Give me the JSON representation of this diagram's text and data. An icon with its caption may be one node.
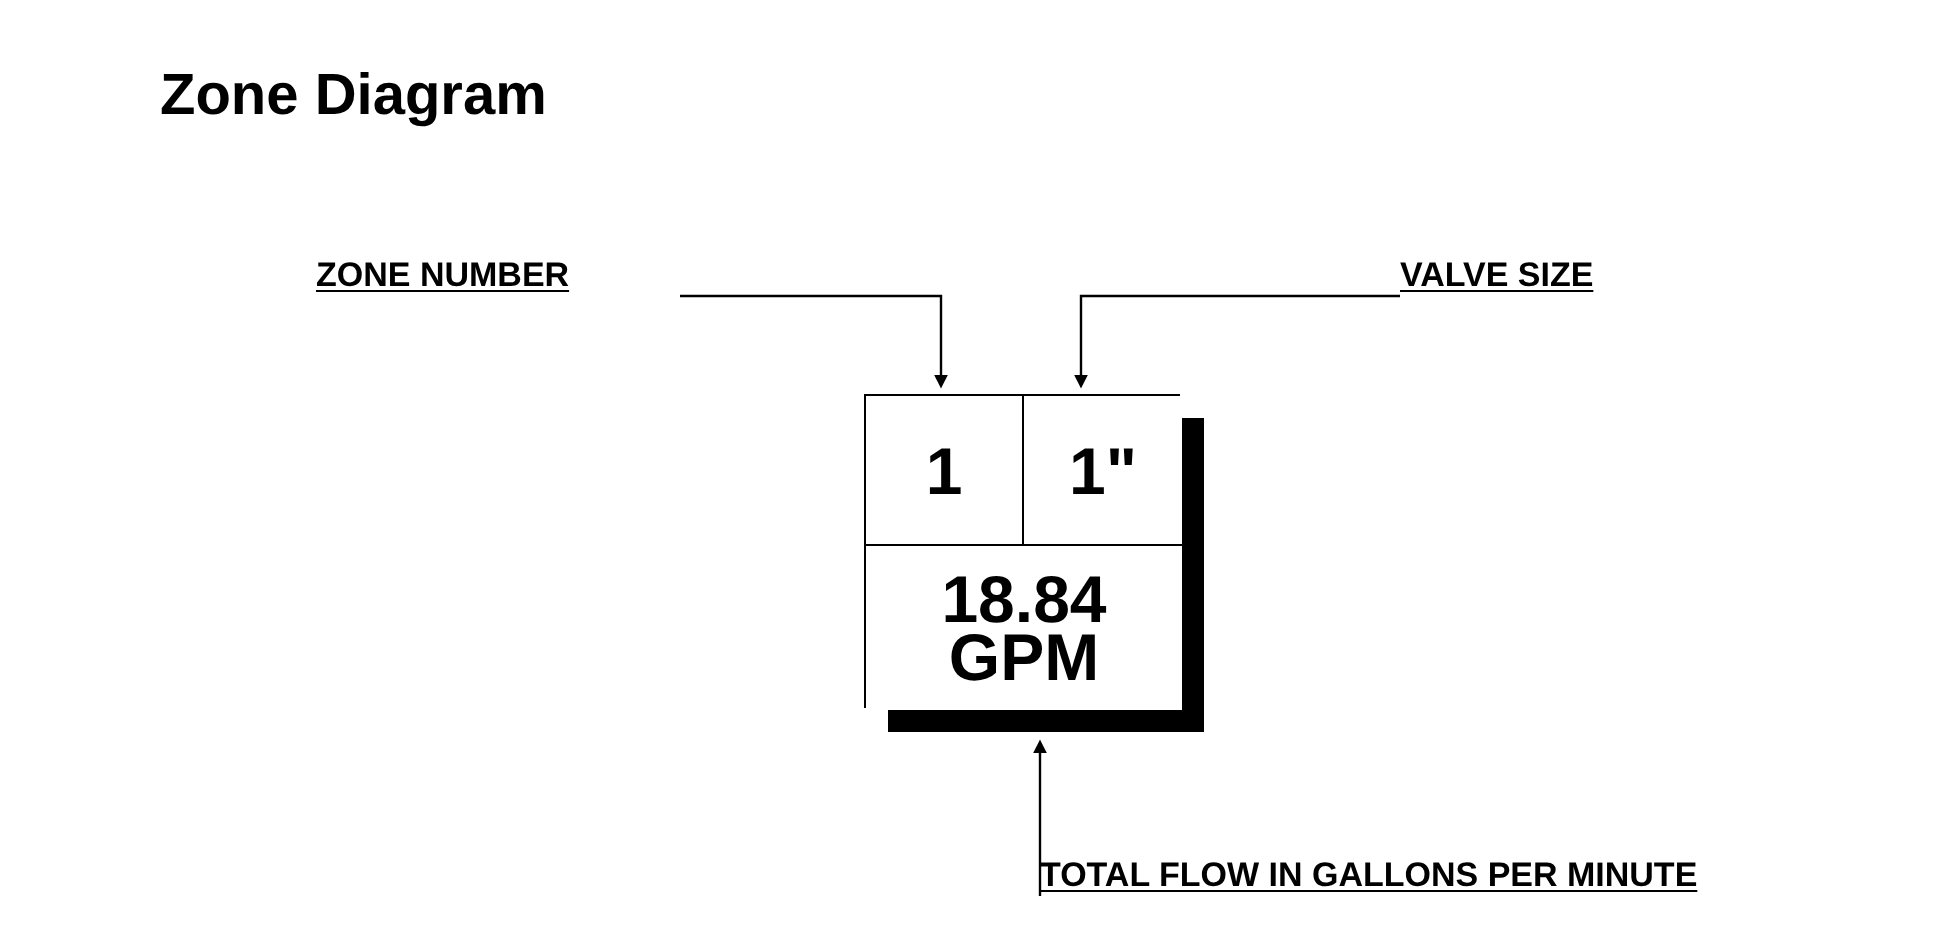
{
  "diagram": {
    "title": "Zone Diagram",
    "nodes": [
      {
        "text": [],
        "shape": "box"
      },
      {
        "text": [
          "1"
        ],
        "in": 0
      },
      {
        "text": [
          "1\""
        ],
        "in": 0
      },
      {
        "text": [
          "18.84 GPM"
        ],
        "in": 0
      },
      {
        "text": [
          "ZONE NUMBER"
        ]
      },
      {
        "text": [
          "VALVE SIZE"
        ]
      },
      {
        "text": [
          "TOTAL FLOW IN GALLONS PER MINUTE"
        ]
      }
    ],
    "edges": [
      {
        "from": 4,
        "to": 1,
        "arrow": "to"
      },
      {
        "from": 5,
        "to": 2,
        "arrow": "to"
      },
      {
        "from": 6,
        "to": 3,
        "arrow": "to"
      }
    ]
  }
}
